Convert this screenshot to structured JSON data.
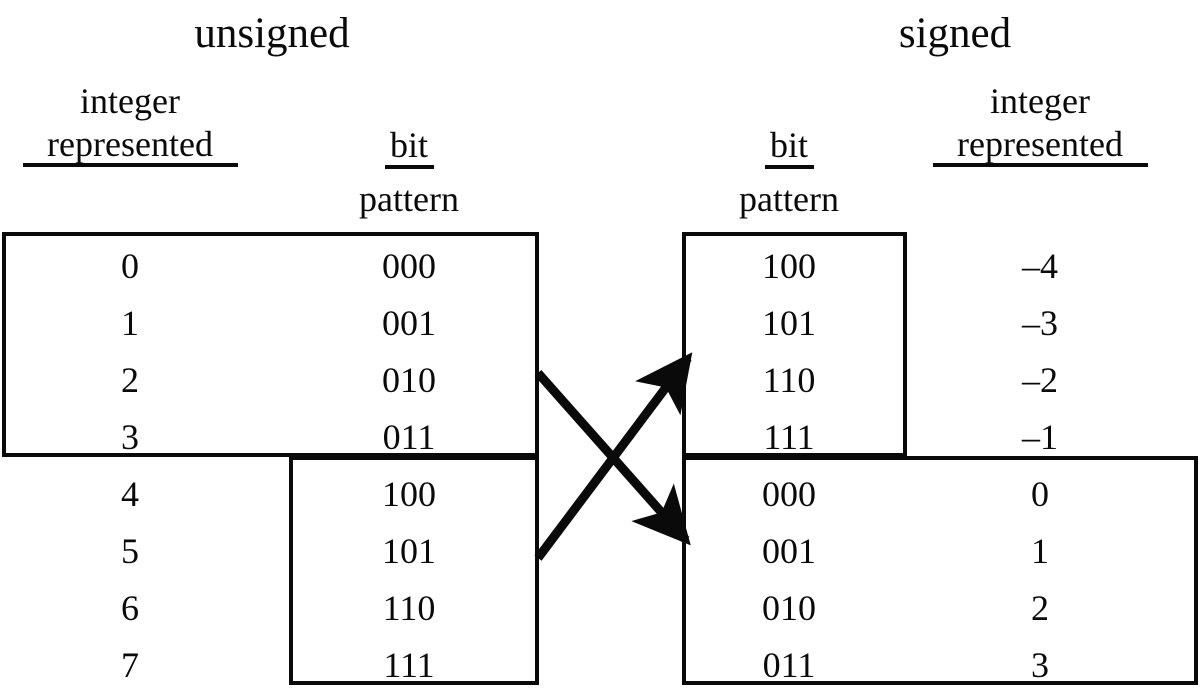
{
  "diagram": {
    "title_left": "unsigned",
    "title_right": "signed",
    "headers": {
      "left_integer_line1": "integer",
      "left_integer_line2": "represented",
      "left_bit_line1": "bit",
      "left_bit_line2": "pattern",
      "right_bit_line1": "bit",
      "right_bit_line2": "pattern",
      "right_integer_line1": "integer",
      "right_integer_line2": "represented"
    },
    "unsigned_table": {
      "columns": [
        "integer represented",
        "bit pattern"
      ],
      "rows": [
        {
          "integer": "0",
          "bits": "000"
        },
        {
          "integer": "1",
          "bits": "001"
        },
        {
          "integer": "2",
          "bits": "010"
        },
        {
          "integer": "3",
          "bits": "011"
        },
        {
          "integer": "4",
          "bits": "100"
        },
        {
          "integer": "5",
          "bits": "101"
        },
        {
          "integer": "6",
          "bits": "110"
        },
        {
          "integer": "7",
          "bits": "111"
        }
      ]
    },
    "signed_table": {
      "columns": [
        "bit pattern",
        "integer represented"
      ],
      "rows": [
        {
          "bits": "100",
          "integer": "–4"
        },
        {
          "bits": "101",
          "integer": "–3"
        },
        {
          "bits": "110",
          "integer": "–2"
        },
        {
          "bits": "111",
          "integer": "–1"
        },
        {
          "bits": "000",
          "integer": "0"
        },
        {
          "bits": "001",
          "integer": "1"
        },
        {
          "bits": "010",
          "integer": "2"
        },
        {
          "bits": "011",
          "integer": "3"
        }
      ]
    },
    "arrows": [
      {
        "name": "unsigned-low-to-signed-high",
        "from": "unsigned rows 0-3 group",
        "to": "signed rows 000-011 group",
        "direction": "down-right"
      },
      {
        "name": "unsigned-high-to-signed-negative",
        "from": "unsigned rows 4-7 group",
        "to": "signed rows 100-111 group",
        "direction": "up-right"
      }
    ],
    "colors": {
      "ink": "#0a0a0a",
      "background": "#ffffff"
    }
  }
}
